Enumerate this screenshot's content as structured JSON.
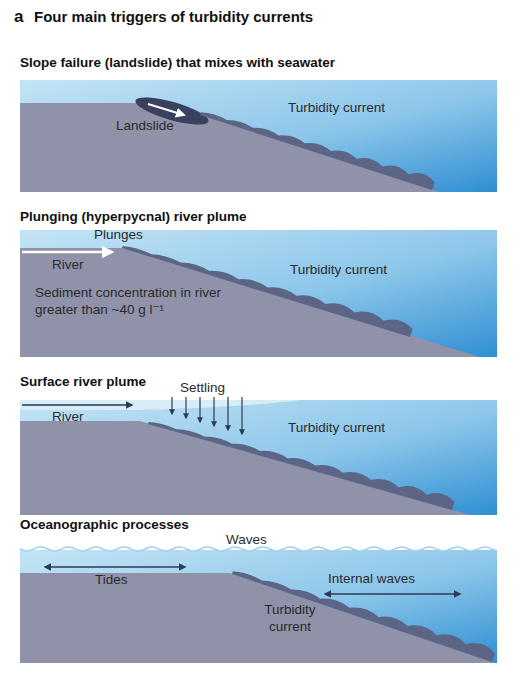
{
  "diagram": {
    "title": "Four main triggers of turbidity currents",
    "labels": [
      "a",
      "Slope failure (landslide) that mixes with seawater",
      "Landslide",
      "Turbidity current",
      "Plunging (hyperpycnal) river plume",
      "Plunges",
      "River",
      "Turbidity current",
      "Sediment concentration in river greater than ~40 g l⁻¹",
      "Surface river plume",
      "Settling",
      "River",
      "Turbidity current",
      "Oceanographic processes",
      "Waves",
      "Tides",
      "Internal waves",
      "Turbidity current"
    ]
  }
}
